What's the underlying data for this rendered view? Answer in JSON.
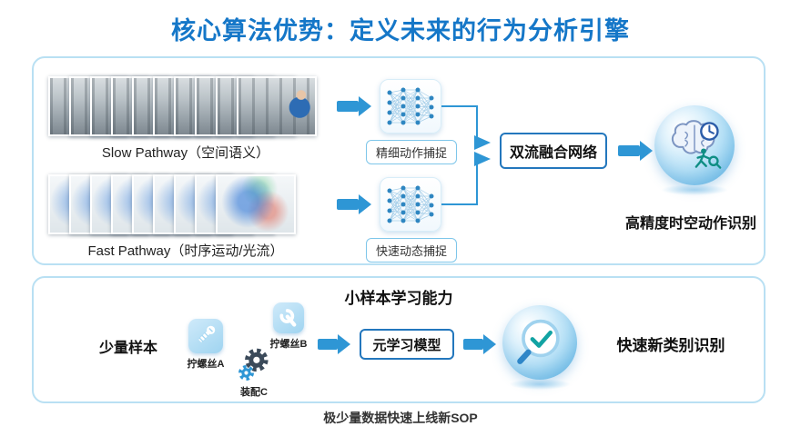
{
  "title": "核心算法优势：定义未来的行为分析引擎",
  "colors": {
    "title": "#1577c8",
    "accent": "#2e96d5",
    "panel_border": "#b9e0f3",
    "box_border": "#2377bd",
    "teal": "#12a3a3"
  },
  "dual_stream": {
    "slow_label": "Slow Pathway（空间语义）",
    "fast_label": "Fast Pathway（时序运动/光流）",
    "slow_capture": "精细动作捕捉",
    "fast_capture": "快速动态捕捉",
    "fusion": "双流融合网络",
    "result": "高精度时空动作识别"
  },
  "few_shot": {
    "title": "小样本学习能力",
    "samples_label": "少量样本",
    "samples": [
      {
        "label": "拧螺丝A",
        "icon": "screw-icon"
      },
      {
        "label": "拧螺丝B",
        "icon": "wrench-icon"
      },
      {
        "label": "装配C",
        "icon": "gear-icon"
      }
    ],
    "model": "元学习模型",
    "result": "快速新类别识别",
    "caption": "极少量数据快速上线新SOP"
  }
}
